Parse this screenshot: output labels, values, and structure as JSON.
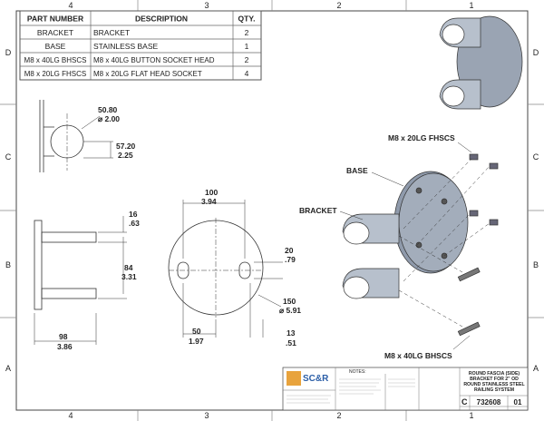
{
  "zones": {
    "cols": [
      "4",
      "3",
      "2",
      "1"
    ],
    "rows": [
      "D",
      "C",
      "B",
      "A"
    ]
  },
  "bom": {
    "headers": [
      "PART NUMBER",
      "DESCRIPTION",
      "QTY."
    ],
    "rows": [
      [
        "BRACKET",
        "BRACKET",
        "2"
      ],
      [
        "BASE",
        "STAINLESS BASE",
        "1"
      ],
      [
        "M8 x 40LG BHSCS",
        "M8 x 40LG BUTTON SOCKET HEAD",
        "2"
      ],
      [
        "M8 x 20LG FHSCS",
        "M8 x 20LG FLAT HEAD SOCKET",
        "4"
      ]
    ]
  },
  "dims": {
    "side1_a": "50.80",
    "side1_b": "⌀ 2.00",
    "side1_c": "57.20",
    "side1_d": "2.25",
    "side2_a": "16",
    "side2_b": ".63",
    "side2_c": "84",
    "side2_d": "3.31",
    "side2_e": "98",
    "side2_f": "3.86",
    "front_a": "100",
    "front_b": "3.94",
    "front_c": "20",
    "front_d": ".79",
    "front_e": "150",
    "front_f": "⌀ 5.91",
    "front_g": "50",
    "front_h": "1.97",
    "front_i": "13",
    "front_j": ".51"
  },
  "callouts": {
    "fhscs": "M8 x 20LG FHSCS",
    "base": "BASE",
    "bracket": "BRACKET",
    "bhscs": "M8 x 40LG BHSCS"
  },
  "title_block": {
    "logo": "SC&R",
    "notes": "NOTES:",
    "title_lines": [
      "ROUND FASCIA (SIDE)",
      "BRACKET FOR 2\" OD",
      "ROUND STAINLESS STEEL",
      "RAILING SYSTEM"
    ],
    "size": "C",
    "dwg_no": "732608",
    "rev": "01"
  },
  "colors": {
    "logo_orange": "#e8a33d",
    "logo_blue": "#2b5ea7",
    "part": "#8f9aab"
  }
}
